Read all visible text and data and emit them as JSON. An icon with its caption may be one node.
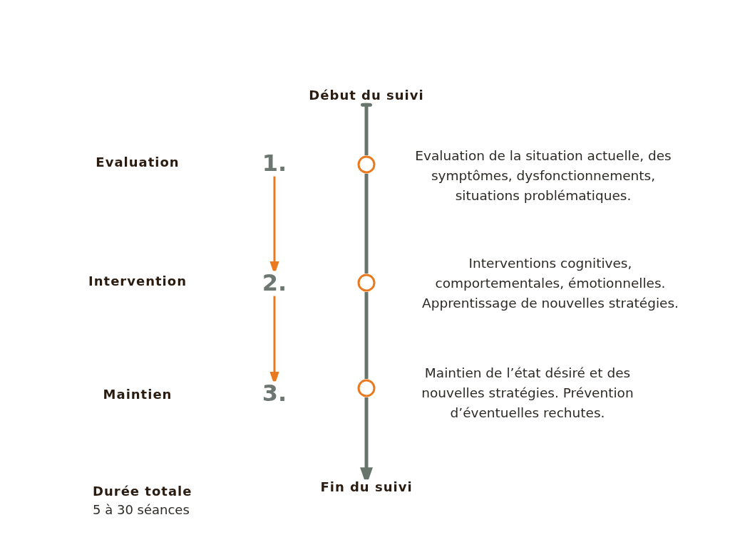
{
  "diagram": {
    "nodes": [
      {
        "text": [
          "Début du suivi"
        ]
      },
      {
        "text": [
          "1."
        ]
      },
      {
        "text": [],
        "shape": "circle",
        "beside": [
          "Evaluation de la situation actuelle, des symptômes, dysfonctionnements, situations problématiques."
        ]
      },
      {
        "text": [
          "2."
        ]
      },
      {
        "text": [],
        "shape": "circle",
        "beside": [
          "Interventions cognitives, comportementales, émotionnelles. Apprentissage de nouvelles stratégies."
        ]
      },
      {
        "text": [
          "3."
        ]
      },
      {
        "text": [],
        "shape": "circle",
        "beside": [
          "Maintien de l’état désiré et des nouvelles stratégies. Prévention d’éventuelles rechutes."
        ]
      },
      {
        "text": [
          "Fin du suivi"
        ]
      }
    ],
    "edges": [
      {
        "from": 0,
        "to": 2,
        "arrow": "other"
      },
      {
        "from": 2,
        "to": 4,
        "arrow": "none"
      },
      {
        "from": 4,
        "to": 6,
        "arrow": "none"
      },
      {
        "from": 6,
        "to": 7,
        "arrow": "to"
      },
      {
        "from": 1,
        "to": 3,
        "arrow": "to",
        "color": "#ea7a1f"
      },
      {
        "from": 3,
        "to": 5,
        "arrow": "to",
        "color": "#ea7a1f"
      }
    ],
    "labels": [
      "Evaluation",
      "Intervention",
      "Maintien",
      "Durée totale",
      "5 à 30 séances"
    ]
  }
}
